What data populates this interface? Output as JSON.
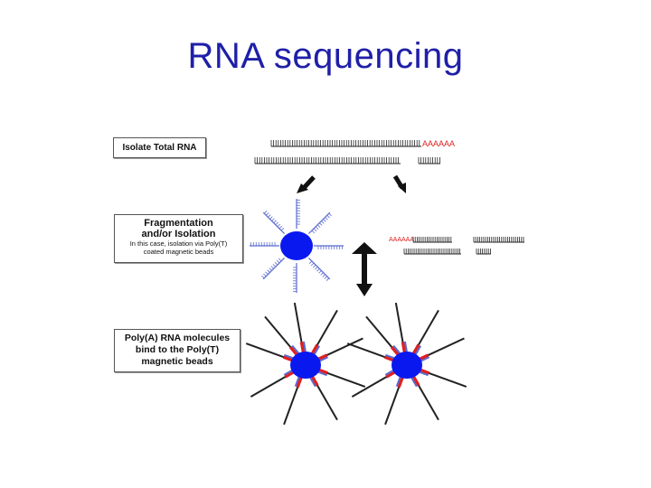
{
  "slide": {
    "title": "RNA sequencing"
  },
  "steps": {
    "isolate": {
      "label": "Isolate Total RNA"
    },
    "fragmentation": {
      "line1": "Fragmentation",
      "line2": "and/or Isolation",
      "line3": "In this case, isolation via Poly(T)",
      "line4": "coated magnetic beads"
    },
    "polya": {
      "line1": "Poly(A) RNA molecules",
      "line2": "bind to the Poly(T)",
      "line3": "magnetic beads"
    }
  },
  "sequences": {
    "polya_tail": "AAAAAA"
  },
  "colors": {
    "title": "#1f1fa8",
    "bead": "#0a18f0",
    "polyT_bristle": "#5a6bd0",
    "polyA_tail": "#e02020",
    "strand": "#222222"
  }
}
